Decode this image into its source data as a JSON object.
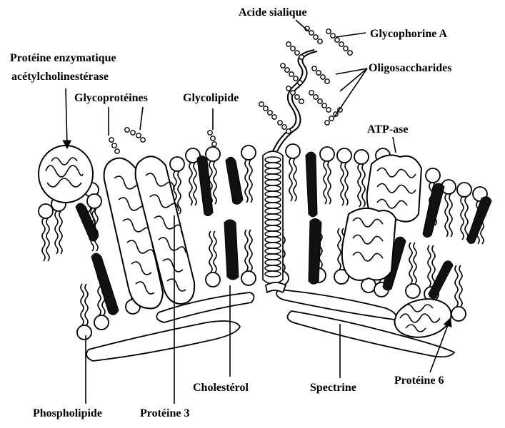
{
  "labels": {
    "acide_sialique": "Acide sialique",
    "glycophorine_a": "Glycophorine A",
    "oligosaccharides": "Oligosaccharides",
    "proteine_enzymatique_l1": "Protéine enzymatique",
    "proteine_enzymatique_l2": "acétylcholinestérase",
    "glycoproteines": "Glycoprotéines",
    "glycolipide": "Glycolipide",
    "atp_ase": "ATP-ase",
    "cholesterol": "Cholestérol",
    "spectrine": "Spectrine",
    "proteine_6": "Protéine 6",
    "phospholipide": "Phospholipide",
    "proteine_3": "Protéine 3"
  }
}
